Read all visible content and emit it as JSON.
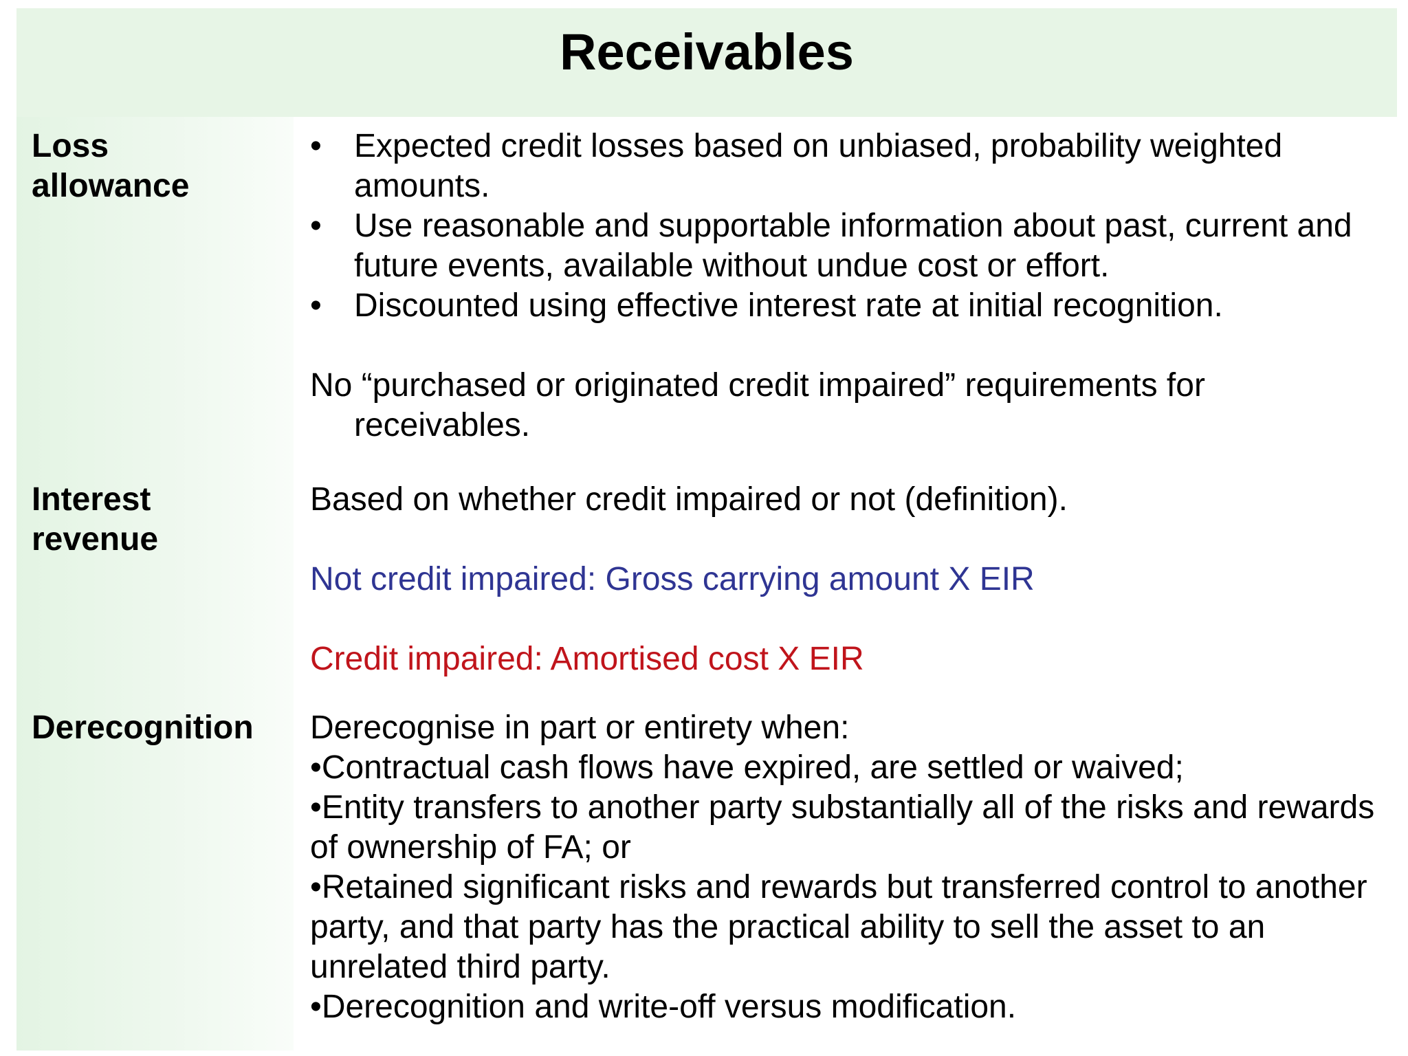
{
  "title": "Receivables",
  "sections": [
    {
      "label": "Loss\nallowance",
      "bullets": [
        "Expected credit losses based on unbiased, probability weighted amounts.",
        "Use reasonable and supportable information about past, current and future events, available without undue cost or effort.",
        "Discounted using effective interest rate at initial recognition."
      ],
      "note": "No “purchased or originated credit impaired” requirements for receivables."
    },
    {
      "label": "Interest\nrevenue",
      "intro": "Based on whether credit impaired or not (definition).",
      "not_impaired": "Not credit impaired: Gross carrying amount X EIR",
      "impaired": "Credit impaired: Amortised cost X EIR"
    },
    {
      "label": "Derecognition",
      "intro": "Derecognise in part or entirety when:",
      "items": [
        "Contractual cash flows have expired, are settled or waived;",
        "Entity transfers to another party substantially all of the risks and rewards of ownership of FA; or",
        "Retained significant risks and rewards but transferred control to another party, and that party has the practical ability to sell the asset to an unrelated third party.",
        "Derecognition and write-off versus modification."
      ]
    }
  ],
  "colors": {
    "title_band": "#e7f5e6",
    "not_impaired_text": "#2f3593",
    "impaired_text": "#c0141b"
  }
}
